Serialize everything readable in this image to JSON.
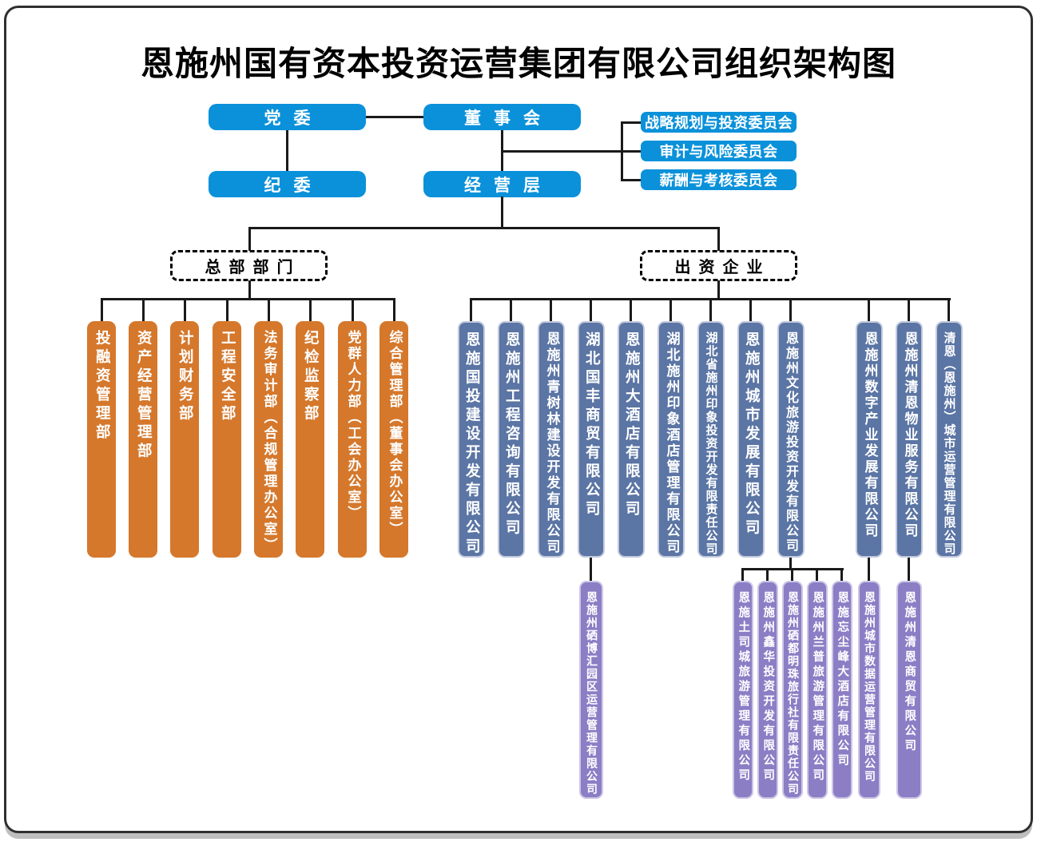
{
  "title": "恩施州国有资本投资运营集团有限公司组织架构图",
  "governance": {
    "party_committee": "党委",
    "board_of_directors": "董事会",
    "discipline_committee": "纪委",
    "management_team": "经营层",
    "board_committees": [
      "战略规划与投资委员会",
      "审计与风险委员会",
      "薪酬与考核委员会"
    ]
  },
  "groups": {
    "headquarters_label": "总部部门",
    "invested_enterprises_label": "出资企业"
  },
  "departments": [
    "投融资管理部",
    "资产经营管理部",
    "计划财务部",
    "工程安全部",
    "法务审计部（合规管理办公室）",
    "纪检监察部",
    "党群人力部（工会办公室）",
    "综合管理部（董事会办公室）"
  ],
  "companies": [
    "恩施国投建设开发有限公司",
    "恩施州工程咨询有限公司",
    "恩施州青树林建设开发有限公司",
    "湖北国丰商贸有限公司",
    "恩施州大酒店有限公司",
    "湖北施州印象酒店管理有限公司",
    "湖北省施州印象投资开发有限责任公司",
    "恩施州城市发展有限公司",
    "恩施州文化旅游投资开发有限公司",
    "恩施州数字产业发展有限公司",
    "恩施州清恩物业服务有限公司",
    "清恩（恩施州）城市运营管理有限公司"
  ],
  "subsidiaries": [
    {
      "name": "恩施州硒博汇园区运营管理有限公司",
      "parent": "湖北国丰商贸有限公司"
    },
    {
      "name": "恩施土司城旅游管理有限公司",
      "parent": "恩施州文化旅游投资开发有限公司"
    },
    {
      "name": "恩施州鑫华投资开发有限公司",
      "parent": "恩施州文化旅游投资开发有限公司"
    },
    {
      "name": "恩施州硒都明珠旅行社有限责任公司",
      "parent": "恩施州文化旅游投资开发有限公司"
    },
    {
      "name": "恩施州兰普旅游管理有限公司",
      "parent": "恩施州文化旅游投资开发有限公司"
    },
    {
      "name": "恩施忘尘峰大酒店有限公司",
      "parent": "恩施州文化旅游投资开发有限公司"
    },
    {
      "name": "恩施州城市数据运营管理有限公司",
      "parent": "恩施州数字产业发展有限公司"
    },
    {
      "name": "恩施州清恩商贸有限公司",
      "parent": "恩施州清恩物业服务有限公司"
    }
  ],
  "colors": {
    "governance_blue": "#0a91da",
    "department_orange": "#d5782c",
    "company_steel_blue": "#5b75a4",
    "subsidiary_purple": "#8c7ec5",
    "connector_line": "#1a1a1a",
    "text_on_boxes": "#ffffff"
  }
}
